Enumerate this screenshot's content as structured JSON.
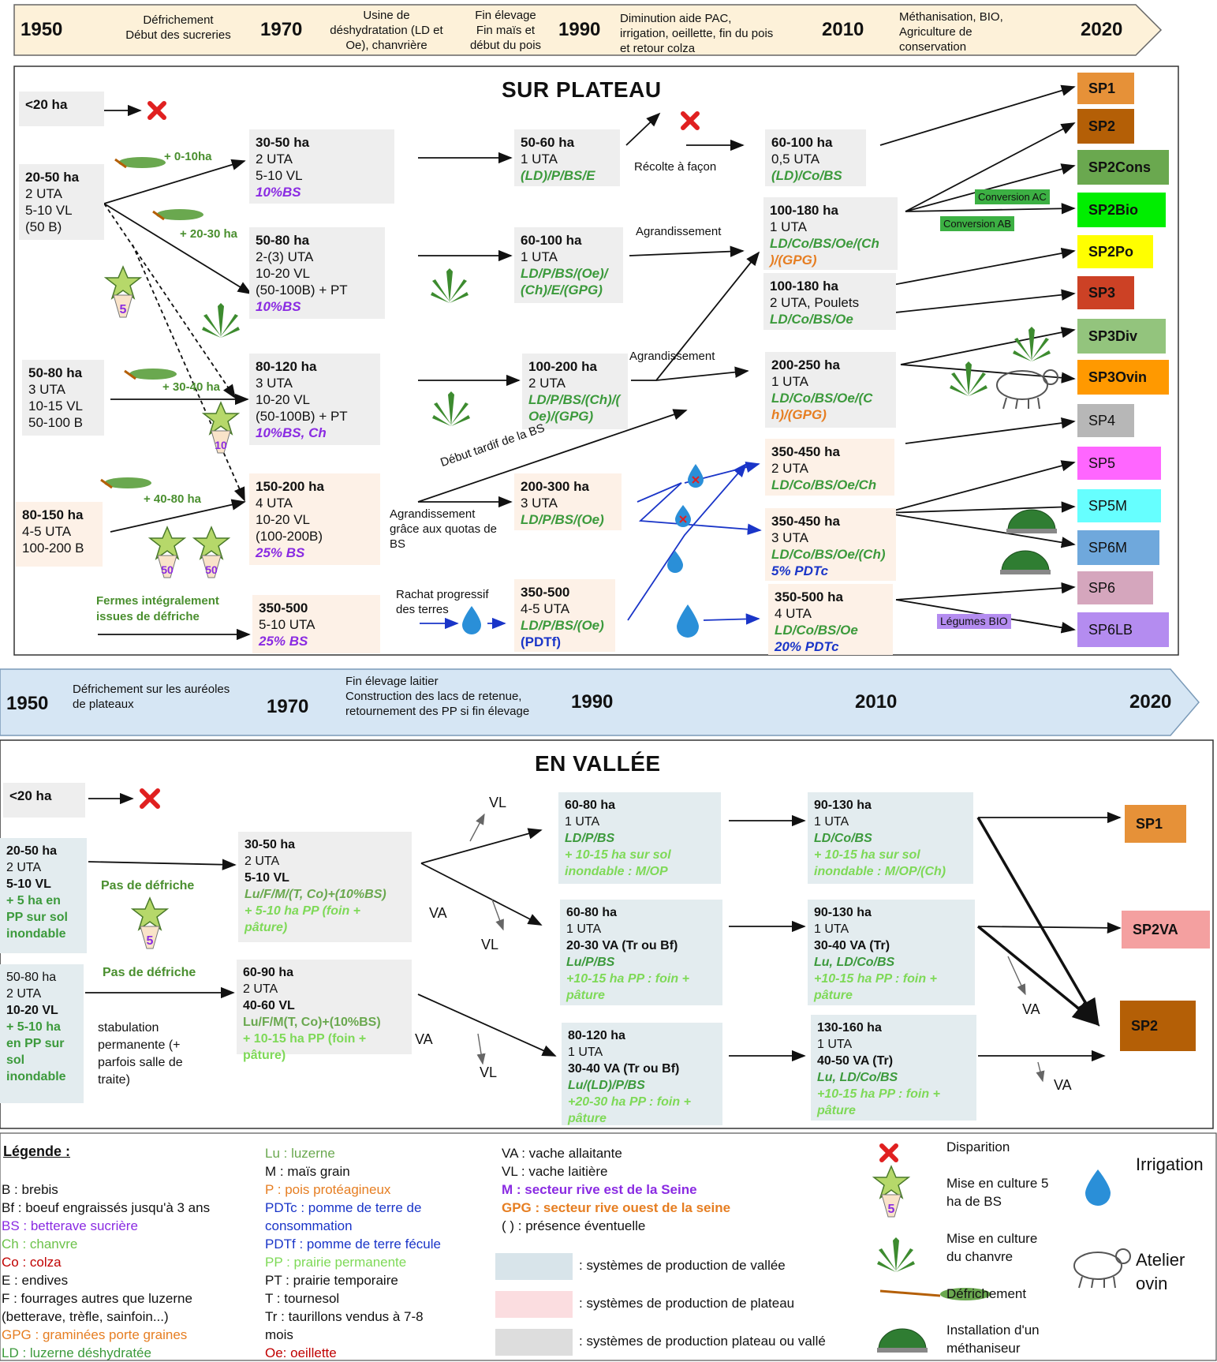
{
  "timeline_top": {
    "years": [
      "1950",
      "1970",
      "1990",
      "2010",
      "2020"
    ],
    "events": [
      "Défrichement\nDébut des sucreries",
      "Usine de\ndéshydratation (LD et\nOe), chanvrière",
      "Fin élevage\nFin maïs et\ndébut du pois",
      "Diminution aide PAC,\nirrigation, oeillette, fin du pois\net retour colza",
      "Méthanisation,  BIO,\nAgriculture de\nconservation"
    ]
  },
  "plateau": {
    "title": "SUR PLATEAU",
    "col0": [
      {
        "lines": [
          "<20 ha"
        ]
      },
      {
        "lines": [
          "20-50 ha",
          "2 UTA",
          "5-10 VL",
          "(50 B)"
        ]
      },
      {
        "lines": [
          "50-80 ha",
          "3 UTA",
          "10-15 VL",
          "50-100 B"
        ]
      },
      {
        "lines": [
          "80-150 ha",
          "4-5 UTA",
          "100-200 B"
        ]
      }
    ],
    "col1": [
      {
        "lines": [
          "30-50 ha",
          "2 UTA",
          "5-10 VL"
        ],
        "extra": "10%BS"
      },
      {
        "lines": [
          "50-80 ha",
          "2-(3) UTA",
          "10-20 VL",
          "(50-100B) + PT"
        ],
        "extra": "10%BS"
      },
      {
        "lines": [
          "80-120 ha",
          "3 UTA",
          "10-20 VL",
          "(50-100B) + PT"
        ],
        "extra": "10%BS, Ch"
      },
      {
        "lines": [
          "150-200 ha",
          "4 UTA",
          "10-20 VL",
          "(100-200B)"
        ],
        "extra": "25% BS"
      },
      {
        "lines": [
          "350-500",
          "5-10 UTA"
        ],
        "extra": "25% BS"
      }
    ],
    "col2": [
      {
        "lines": [
          "50-60 ha",
          "1 UTA"
        ],
        "crops": "(LD)/P/BS/E"
      },
      {
        "lines": [
          "60-100 ha",
          "1 UTA"
        ],
        "crops": "LD/P/BS/(Oe)/",
        "crops2": "(Ch)/E/(GPG)"
      },
      {
        "lines": [
          "100-200 ha",
          "2  UTA"
        ],
        "crops": "LD/P/BS/(Ch)/(",
        "crops2": "Oe)/(GPG)"
      },
      {
        "lines": [
          "200-300 ha",
          "3 UTA"
        ],
        "crops": "LD/P/BS/(Oe)"
      },
      {
        "lines": [
          "350-500",
          "4-5 UTA"
        ],
        "crops": "LD/P/BS/(Oe)",
        "crops2": "(PDTf)"
      }
    ],
    "col3": [
      {
        "lines": [
          "60-100 ha",
          "0,5 UTA"
        ],
        "crops": "(LD)/Co/BS"
      },
      {
        "lines": [
          "100-180 ha",
          "1 UTA"
        ],
        "crops": "LD/Co/BS/Oe/(Ch",
        "crops2": ")/(GPG)"
      },
      {
        "lines": [
          "100-180 ha",
          "2 UTA, Poulets"
        ],
        "crops": "LD/Co/BS/Oe"
      },
      {
        "lines": [
          "200-250 ha",
          "1 UTA"
        ],
        "crops": "LD/Co/BS/Oe/(C",
        "crops2": "h)/(GPG)"
      },
      {
        "lines": [
          "350-450 ha",
          "2 UTA"
        ],
        "crops": "LD/Co/BS/Oe/Ch"
      },
      {
        "lines": [
          "350-450 ha",
          "3 UTA"
        ],
        "crops": "LD/Co/BS/Oe/(Ch)",
        "crops2": "5% PDTc"
      },
      {
        "lines": [
          "350-500 ha",
          "4 UTA"
        ],
        "crops": "LD/Co/BS/Oe",
        "crops2": "20% PDTc"
      }
    ],
    "arrow_labels": {
      "a1": "+ 0-10ha",
      "a2": "+ 20-30 ha",
      "a3": "+ 30-40 ha",
      "a4": "+ 40-80 ha",
      "recolte": "Récolte à façon",
      "agr1": "Agrandissement",
      "agr2": "Agrandissement",
      "debut_bs": "Début tardif de la BS",
      "quota": "Agrandissement\ngrâce aux quotas de\nBS",
      "rachat": "Rachat progressif\ndes terres",
      "fermes": "Fermes intégralement\nissues de défriche",
      "conv_ac": "Conversion AC",
      "conv_ab": "Conversion AB",
      "leg_bio": "Légumes BIO"
    },
    "sp": [
      {
        "label": "SP1",
        "color": "#e69138"
      },
      {
        "label": "SP2",
        "color": "#b45f06"
      },
      {
        "label": "SP2Cons",
        "color": "#6aa84f"
      },
      {
        "label": "SP2Bio",
        "color": "#00ee00"
      },
      {
        "label": "SP2Po",
        "color": "#ffff00"
      },
      {
        "label": "SP3",
        "color": "#cc4125"
      },
      {
        "label": "SP3Div",
        "color": "#93c47d"
      },
      {
        "label": "SP3Ovin",
        "color": "#ff9900"
      },
      {
        "label": "SP4",
        "color": "#b7b7b7"
      },
      {
        "label": "SP5",
        "color": "#ff66ff"
      },
      {
        "label": "SP5M",
        "color": "#66ffff"
      },
      {
        "label": "SP6M",
        "color": "#6fa8dc"
      },
      {
        "label": "SP6",
        "color": "#d5a6bd"
      },
      {
        "label": "SP6LB",
        "color": "#b48cf0"
      }
    ]
  },
  "timeline_bottom": {
    "years": [
      "1950",
      "1970",
      "1990",
      "2010",
      "2020"
    ],
    "events": [
      "Défrichement sur les auréoles\nde plateaux",
      "Fin élevage laitier\nConstruction des lacs de retenue,\nretournement des PP si fin élevage"
    ]
  },
  "vallee": {
    "title": "EN VALLÉE",
    "col0": [
      {
        "lines": [
          "<20 ha"
        ]
      },
      {
        "lines": [
          "20-50 ha",
          "2 UTA",
          "5-10 VL",
          "+ 5 ha en",
          "PP sur sol",
          "inondable"
        ]
      },
      {
        "lines": [
          "50-80 ha",
          "2 UTA",
          "10-20 VL",
          "+ 5-10 ha",
          "en PP sur",
          "sol",
          "inondable"
        ]
      }
    ],
    "notes": {
      "pas1": "Pas de défriche",
      "pas2": "Pas de défriche",
      "stab": "stabulation\npermanente (+\nparfois salle de\ntraite)"
    },
    "col1": [
      {
        "lines": [
          "30-50 ha",
          "2 UTA",
          "5-10 VL"
        ],
        "crops": "Lu/F/M/(T, Co)+(10%BS)",
        "pp": "+ 5-10 ha PP (foin +",
        "pp2": "pâture)"
      },
      {
        "lines": [
          "60-90 ha",
          "2 UTA",
          "40-60 VL"
        ],
        "crops": "Lu/F/M(T, Co)+(10%BS)",
        "pp": "+ 10-15 ha PP (foin +",
        "pp2": "pâture)"
      }
    ],
    "col2": [
      {
        "lines": [
          "60-80 ha",
          "1 UTA"
        ],
        "crops": "LD/P/BS",
        "pp": "+ 10-15 ha sur sol",
        "pp2": "inondable : M/OP"
      },
      {
        "lines": [
          "60-80 ha",
          "1 UTA",
          "20-30 VA (Tr ou Bf)"
        ],
        "crops": "Lu/P/BS",
        "pp": "+10-15 ha PP : foin +",
        "pp2": "pâture"
      },
      {
        "lines": [
          "80-120 ha",
          "1 UTA",
          "30-40 VA (Tr ou Bf)"
        ],
        "crops": "Lu/(LD)/P/BS",
        "pp": "+20-30 ha PP : foin +",
        "pp2": "pâture"
      }
    ],
    "col3": [
      {
        "lines": [
          "90-130 ha",
          "1 UTA"
        ],
        "crops": "LD/Co/BS",
        "pp": "+ 10-15 ha sur sol",
        "pp2": "inondable : M/OP/(Ch)"
      },
      {
        "lines": [
          "90-130 ha",
          "1 UTA",
          "30-40 VA (Tr)"
        ],
        "crops": "Lu, LD/Co/BS",
        "pp": "+10-15 ha PP : foin +",
        "pp2": "pâture"
      },
      {
        "lines": [
          "130-160 ha",
          "1 UTA",
          "40-50 VA (Tr)"
        ],
        "crops": "Lu, LD/Co/BS",
        "pp": "+10-15 ha PP : foin +",
        "pp2": "pâture"
      }
    ],
    "labels": {
      "vl": "VL",
      "va": "VA"
    },
    "sp": [
      {
        "label": "SP1",
        "color": "#e69138"
      },
      {
        "label": "SP2VA",
        "color": "#f4a0a0"
      },
      {
        "label": "SP2",
        "color": "#b45f06"
      }
    ]
  },
  "legend": {
    "title": "Légende :",
    "col1": [
      "B : brebis",
      "Bf : boeuf engraissés jusqu'à 3 ans",
      "BS : betterave sucrière",
      "Ch : chanvre",
      "Co : colza",
      "E : endives",
      "F : fourrages autres que luzerne",
      "(betterave, trèfle, sainfoin...)",
      "GPG : graminées porte graines",
      "LD : luzerne déshydratée"
    ],
    "col2": [
      "Lu : luzerne",
      "M : maïs grain",
      "P : pois protéagineux",
      "PDTc : pomme de terre de",
      "consommation",
      "PDTf : pomme de terre fécule",
      "PP : prairie permanente",
      "PT : prairie temporaire",
      "T : tournesol",
      "Tr : taurillons vendus à 7-8",
      "mois",
      "Oe: oeillette"
    ],
    "col3": [
      "VA : vache allaitante",
      "VL : vache laitière",
      "M : secteur rive est de la Seine",
      "GPG : secteur rive ouest de la seine",
      "( ) : présence éventuelle"
    ],
    "swatches": [
      ": systèmes de production de vallée",
      ": systèmes de production de plateau",
      ": systèmes de production plateau ou vallé"
    ],
    "icons": [
      "Disparition",
      "Mise en culture 5\nha de BS",
      "Mise en culture\ndu chanvre",
      "Défrichement",
      "Installation d'un\nméthaniseur",
      "Irrigation",
      "Atelier\novin"
    ]
  }
}
